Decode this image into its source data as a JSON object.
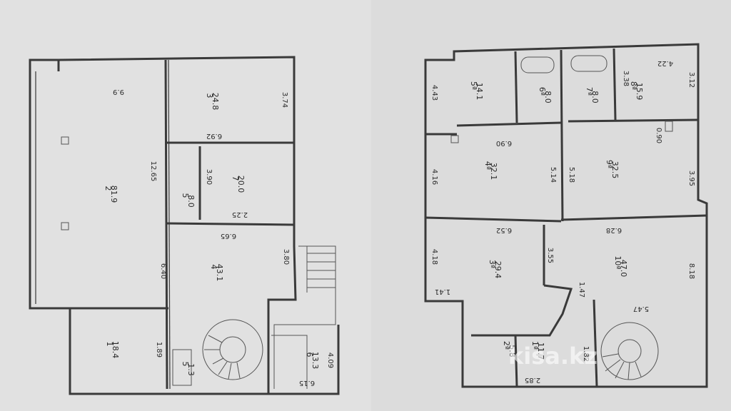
{
  "left_plan": {
    "rooms": [
      {
        "num": "2",
        "area": "81.9"
      },
      {
        "num": "3",
        "area": "24.8"
      },
      {
        "num": "5",
        "area": "8.0"
      },
      {
        "num": "7",
        "area": "20.0"
      },
      {
        "num": "4",
        "area": "43.1"
      },
      {
        "num": "1",
        "area": "18.4"
      },
      {
        "num": "6",
        "area": "13.3"
      },
      {
        "num": "5",
        "area": "1.3"
      }
    ],
    "dims": [
      "9.9",
      "12.65",
      "3.74",
      "6.92",
      "3.90",
      "2.25",
      "6.65",
      "6.40",
      "3.80",
      "1.89",
      "4.09",
      "6.15"
    ]
  },
  "right_plan": {
    "rooms": [
      {
        "num": "5ª",
        "area": "14.1"
      },
      {
        "num": "6ª",
        "area": "8.0"
      },
      {
        "num": "7ª",
        "area": "8.0"
      },
      {
        "num": "8ª",
        "area": "15.9"
      },
      {
        "num": "4ª",
        "area": "32.1"
      },
      {
        "num": "9ª",
        "area": "32.5"
      },
      {
        "num": "3ª",
        "area": "29.4"
      },
      {
        "num": "10ª",
        "area": "47.0"
      },
      {
        "num": "2ª",
        "area": "5.8"
      },
      {
        "num": "1ª",
        "area": "11.7"
      }
    ],
    "dims": [
      "4.43",
      "3.38",
      "4.22",
      "3.12",
      "6.90",
      "4.16",
      "5.14",
      "5.18",
      "0.90",
      "3.95",
      "6.52",
      "6.28",
      "4.18",
      "3.55",
      "8.18",
      "1.41",
      "1.47",
      "5.47",
      "1.82",
      "2.85"
    ]
  },
  "watermark": "kisa.kz"
}
